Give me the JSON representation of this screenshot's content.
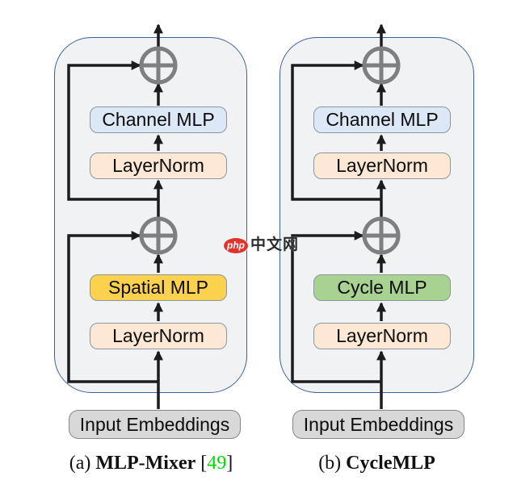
{
  "figure": {
    "watermark": {
      "logo": "php",
      "site": "中文网"
    }
  },
  "colors": {
    "panel_fill": "#f1f2f3",
    "panel_border": "#3c5f9e",
    "line": "#1c1c1c",
    "node_gray": "#7f7f7f",
    "channel_mlp_fill": "#dce8f6",
    "layernorm_fill": "#fce8d4",
    "spatial_mlp_fill": "#fcd14e",
    "cycle_mlp_fill": "#a7d292",
    "input_fill": "#d8d8d8",
    "ref_green": "#00dc00",
    "php_red": "#e0332c"
  },
  "panels": [
    {
      "caption": {
        "index": "(a) ",
        "name": "MLP-Mixer",
        "ref_open": " [",
        "ref": "49",
        "ref_close": "]"
      },
      "blocks": {
        "mlp_top": "Channel MLP",
        "norm_top": "LayerNorm",
        "mlp_mid": "Spatial MLP",
        "norm_bottom": "LayerNorm",
        "input": "Input Embeddings"
      }
    },
    {
      "caption": {
        "index": "(b) ",
        "name": "CycleMLP",
        "ref_open": "",
        "ref": "",
        "ref_close": ""
      },
      "blocks": {
        "mlp_top": "Channel MLP",
        "norm_top": "LayerNorm",
        "mlp_mid": "Cycle MLP",
        "norm_bottom": "LayerNorm",
        "input": "Input Embeddings"
      }
    }
  ]
}
